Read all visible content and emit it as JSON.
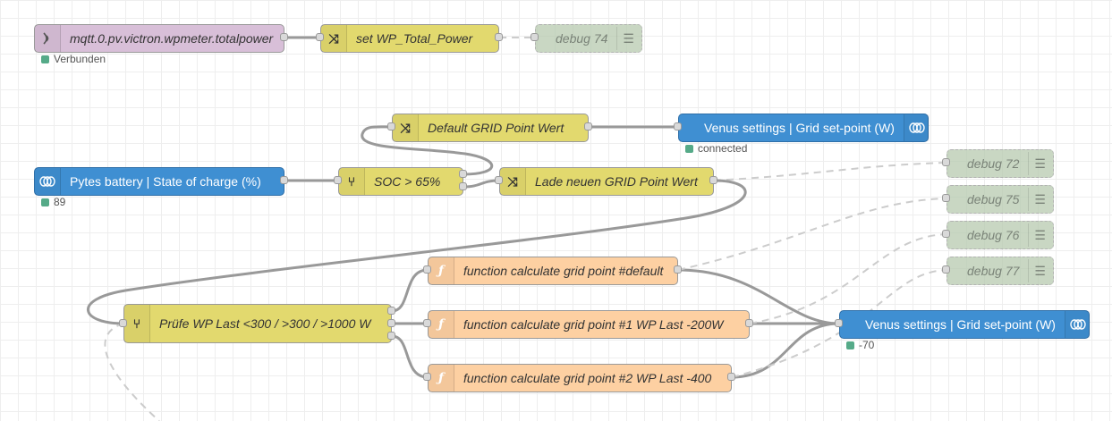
{
  "nodes": {
    "mqtt_in": {
      "label": "mqtt.0.pv.victron.wpmeter.totalpower",
      "status": "Verbunden"
    },
    "set_wp": {
      "label": "set WP_Total_Power"
    },
    "debug74": {
      "label": "debug 74"
    },
    "default_grid": {
      "label": "Default GRID Point Wert"
    },
    "venus_top": {
      "label": "Venus settings | Grid set-point (W)",
      "status": "connected"
    },
    "pytes": {
      "label": "Pytes battery | State of charge (%)",
      "status": "89"
    },
    "soc": {
      "label": "SOC > 65%"
    },
    "lade": {
      "label": "Lade neuen GRID Point Wert"
    },
    "debug72": {
      "label": "debug 72"
    },
    "debug75": {
      "label": "debug 75"
    },
    "debug76": {
      "label": "debug 76"
    },
    "debug77": {
      "label": "debug 77"
    },
    "func_default": {
      "label": "function calculate grid point #default"
    },
    "pruefe": {
      "label": "Prüfe WP Last <300 / >300 / >1000 W"
    },
    "func_1": {
      "label": "function calculate grid point #1 WP Last -200W"
    },
    "func_2": {
      "label": "function calculate grid point #2 WP Last -400"
    },
    "venus_bottom": {
      "label": "Venus settings | Grid set-point (W)",
      "status": "-70"
    }
  },
  "icons": {
    "mqtt": "wireless-signal-icon",
    "change": "shuffle-icon",
    "switch": "switch-branch-icon",
    "function": "function-f-icon",
    "victron": "victron-coil-icon",
    "debug": "debug-list-icon"
  },
  "colors": {
    "mqtt": "#d8bfd8",
    "change": "#e2d96e",
    "function": "#fdd0a2",
    "venus": "#3f8fd2",
    "debug": "#b7cab0",
    "status_green": "#55aa88"
  }
}
